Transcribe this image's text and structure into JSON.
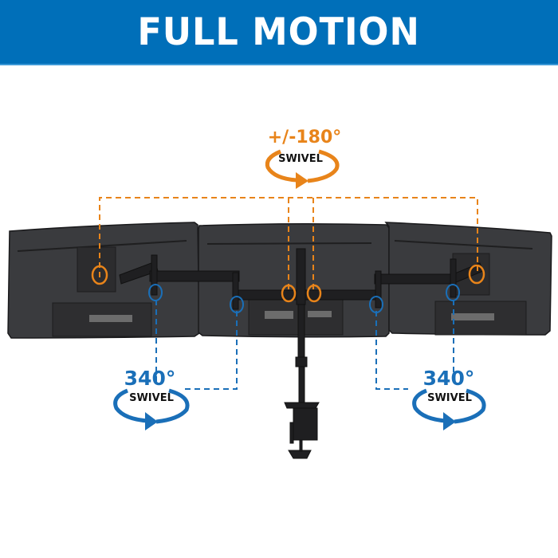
{
  "banner": {
    "title": "FULL MOTION",
    "background": "#006fb9"
  },
  "callouts": {
    "center": {
      "degrees": "+/-180°",
      "label": "SWIVEL",
      "color": "#e8841a"
    },
    "left": {
      "degrees": "340°",
      "label": "SWIVEL",
      "color": "#1a6fb8"
    },
    "right": {
      "degrees": "340°",
      "label": "SWIVEL",
      "color": "#1a6fb8"
    }
  },
  "product": {
    "monitor_count": 3,
    "description": "Triple monitor desk mount with clamp base, rear view"
  }
}
